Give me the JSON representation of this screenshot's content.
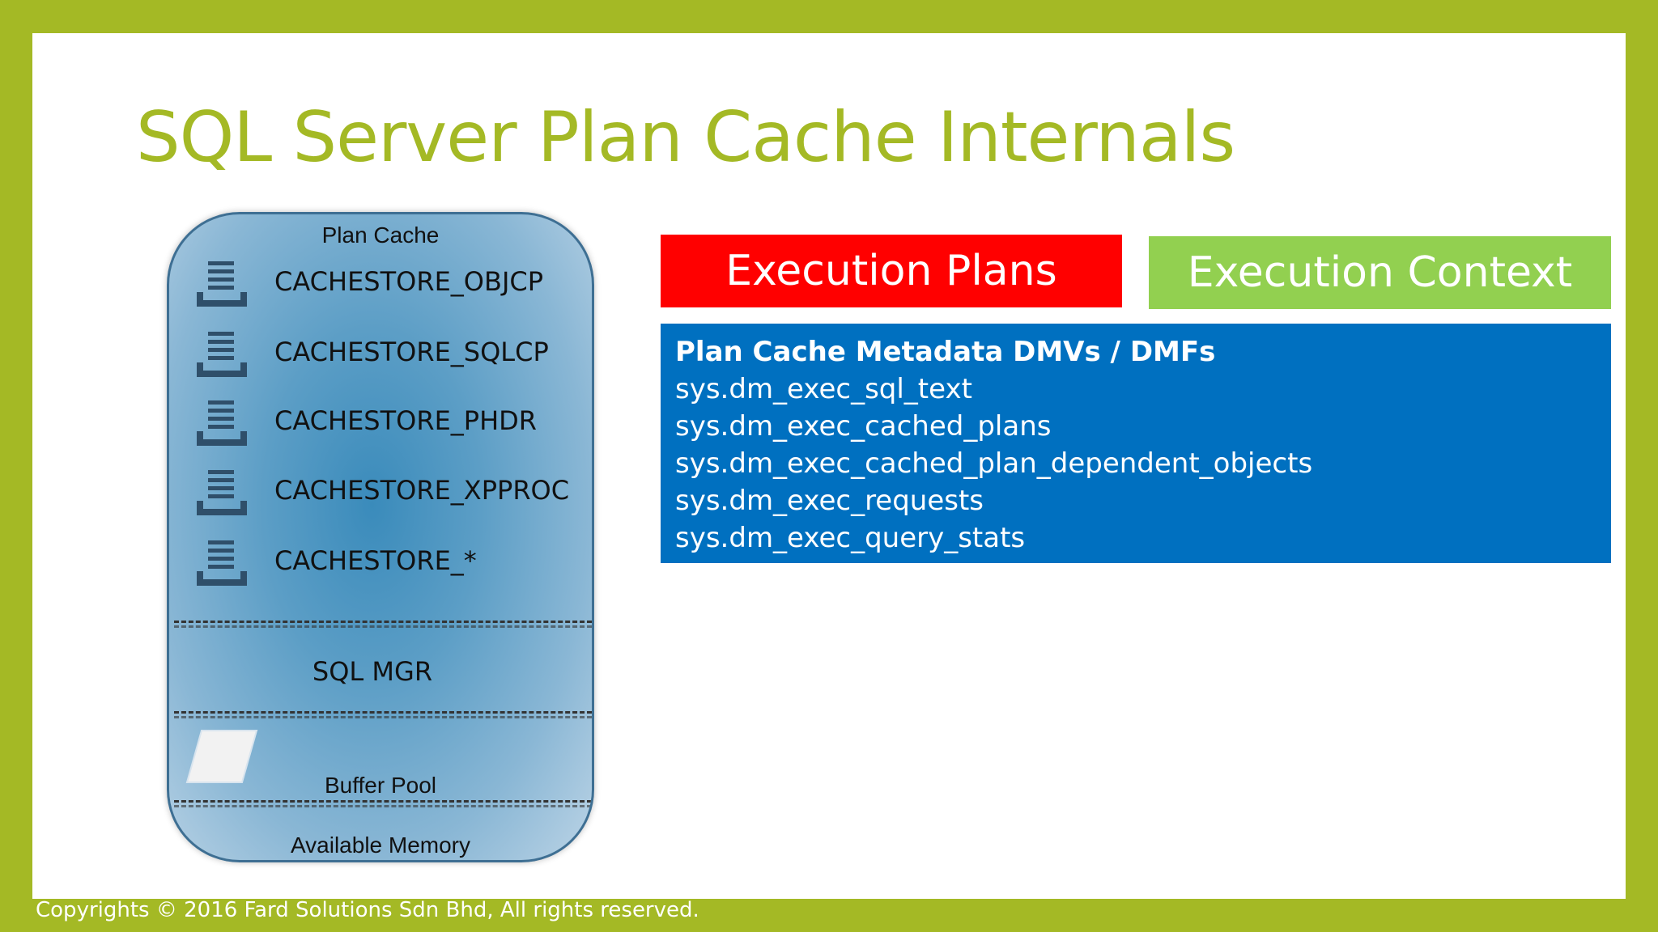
{
  "slide": {
    "title": "SQL Server Plan Cache Internals",
    "footer": "Copyrights © 2016 Fard Solutions Sdn Bhd, All rights reserved."
  },
  "cache": {
    "heading": "Plan Cache",
    "stores": [
      {
        "label": "CACHESTORE_OBJCP",
        "icon": "stack-icon"
      },
      {
        "label": "CACHESTORE_SQLCP",
        "icon": "stack-icon"
      },
      {
        "label": "CACHESTORE_PHDR",
        "icon": "stack-icon"
      },
      {
        "label": "CACHESTORE_XPPROC",
        "icon": "stack-icon"
      },
      {
        "label": "CACHESTORE_*",
        "icon": "stack-icon"
      }
    ],
    "sql_mgr": "SQL MGR",
    "buffer_pool": "Buffer Pool",
    "available_memory": "Available Memory"
  },
  "buttons": {
    "execution_plans": "Execution Plans",
    "execution_context": "Execution Context"
  },
  "dmv": {
    "title": "Plan Cache Metadata DMVs / DMFs",
    "items": [
      "sys.dm_exec_sql_text",
      "sys.dm_exec_cached_plans",
      "sys.dm_exec_cached_plan_dependent_objects",
      "sys.dm_exec_requests",
      "sys.dm_exec_query_stats"
    ]
  },
  "colors": {
    "brand_green": "#a4b925",
    "plans_red": "#ff0000",
    "context_green": "#92d050",
    "dmv_blue": "#0070c0"
  }
}
